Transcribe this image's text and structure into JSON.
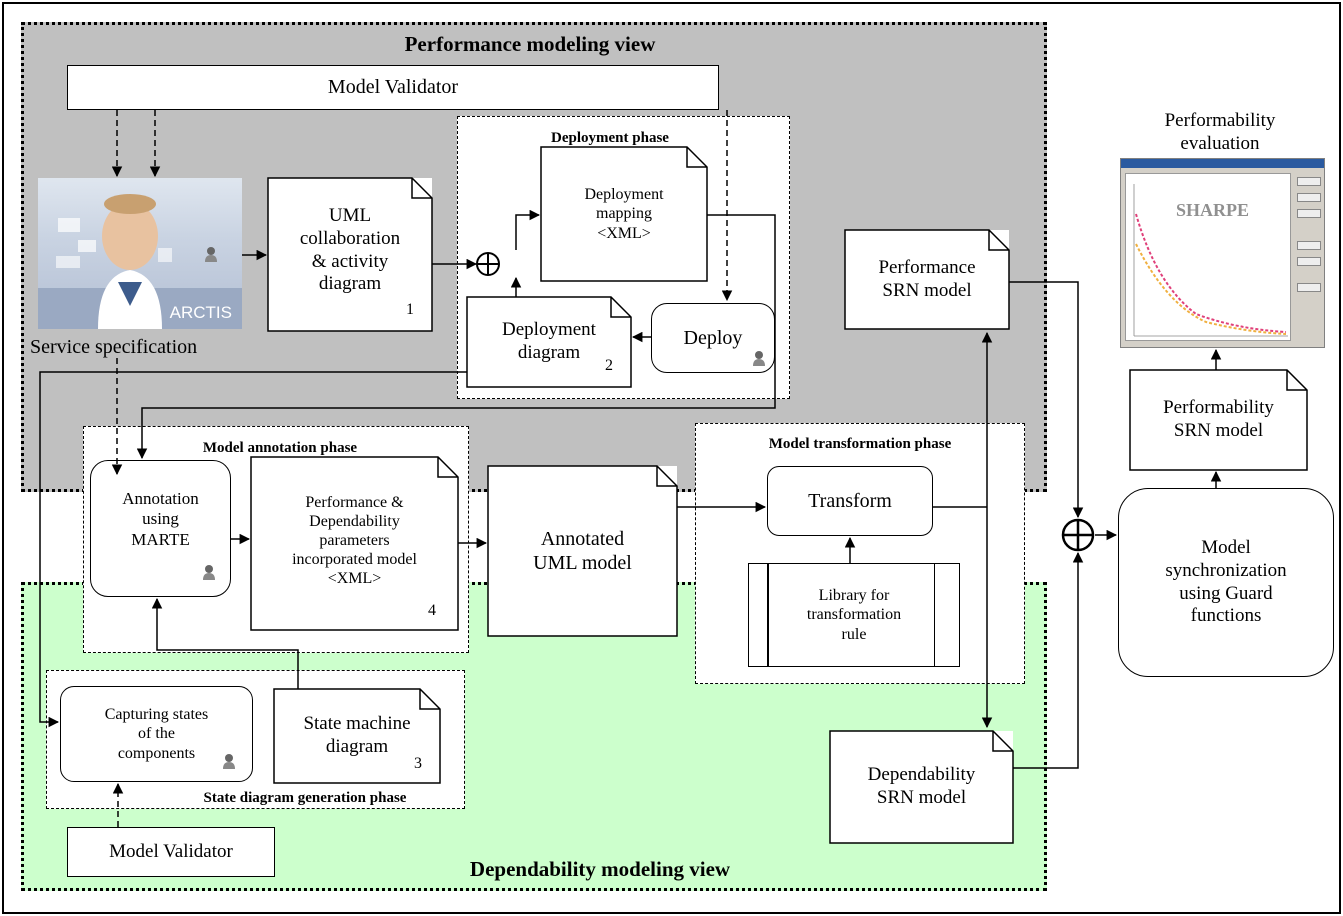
{
  "regions": {
    "performance_view": "Performance modeling view",
    "dependability_view": "Dependability modeling view"
  },
  "phases": {
    "deployment": "Deployment phase",
    "model_annotation": "Model annotation phase",
    "model_transformation": "Model transformation phase",
    "state_diagram_generation": "State diagram generation phase"
  },
  "boxes": {
    "model_validator_top": "Model Validator",
    "model_validator_bottom": "Model Validator",
    "service_specification": "Service specification",
    "arctis_brand": "ARCTIS",
    "uml_collab": [
      "UML",
      "collaboration",
      "& activity",
      "diagram"
    ],
    "uml_collab_num": "1",
    "deployment_mapping": [
      "Deployment",
      "mapping",
      "<XML>"
    ],
    "deployment_diagram": [
      "Deployment",
      "diagram"
    ],
    "deployment_diagram_num": "2",
    "deploy": "Deploy",
    "performance_srn": [
      "Performance",
      "SRN model"
    ],
    "performability_eval": [
      "Performability",
      "evaluation"
    ],
    "sharpe_label": "SHARPE",
    "performability_srn": [
      "Performability",
      "SRN model"
    ],
    "annotation_marte": [
      "Annotation",
      "using",
      "MARTE"
    ],
    "perf_dep_params": [
      "Performance &",
      "Dependability",
      "parameters",
      "incorporated model",
      "<XML>"
    ],
    "perf_dep_params_num": "4",
    "annotated_uml": [
      "Annotated",
      "UML model"
    ],
    "transform": "Transform",
    "library": [
      "Library for",
      "transformation",
      "rule"
    ],
    "model_sync": [
      "Model",
      "synchronization",
      "using Guard",
      "functions"
    ],
    "capturing_states": [
      "Capturing states",
      "of the",
      "components"
    ],
    "state_machine": [
      "State machine",
      "diagram"
    ],
    "state_machine_num": "3",
    "dependability_srn": [
      "Dependability",
      "SRN model"
    ]
  },
  "icons": {
    "actor": "user-icon",
    "join": "circle-plus-icon"
  }
}
